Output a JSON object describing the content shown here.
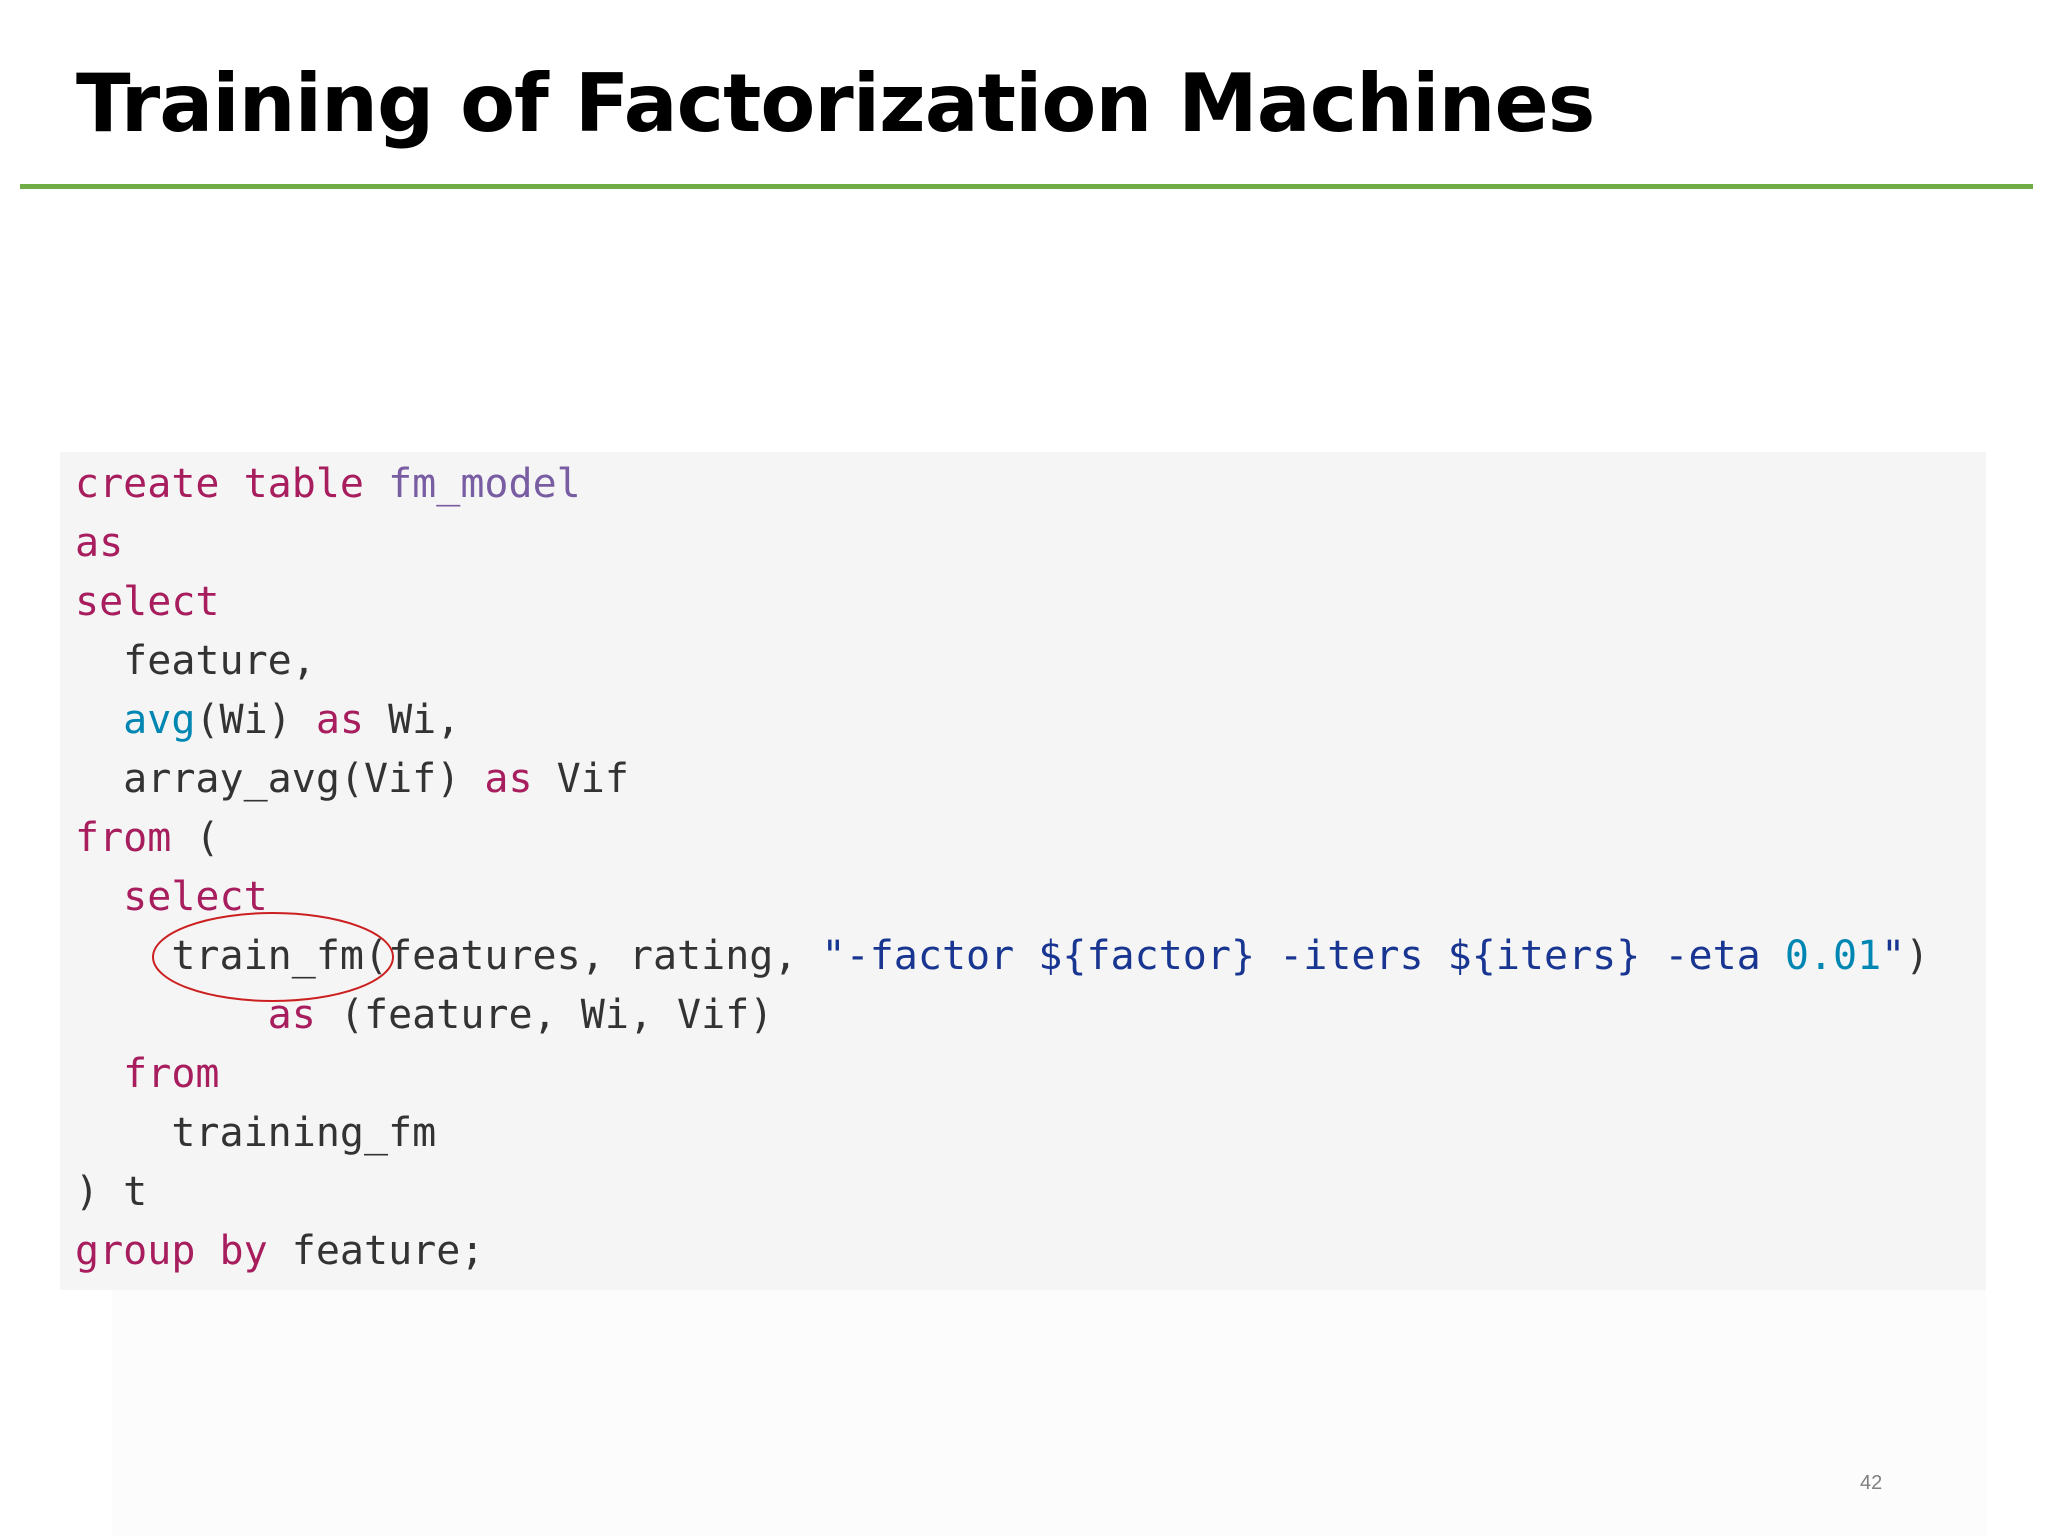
{
  "slide": {
    "title": "Training of Factorization Machines",
    "page_number": "42",
    "accent_color": "#70ad47"
  },
  "code": {
    "language": "sql",
    "lines": [
      [
        {
          "t": "create table",
          "c": "kw"
        },
        {
          "t": " ",
          "c": "plain"
        },
        {
          "t": "fm_model",
          "c": "def"
        }
      ],
      [
        {
          "t": "as",
          "c": "kw"
        }
      ],
      [
        {
          "t": "select",
          "c": "kw"
        }
      ],
      [
        {
          "t": "  feature,",
          "c": "plain"
        }
      ],
      [
        {
          "t": "  ",
          "c": "plain"
        },
        {
          "t": "avg",
          "c": "fn"
        },
        {
          "t": "(Wi) ",
          "c": "plain"
        },
        {
          "t": "as",
          "c": "kw"
        },
        {
          "t": " Wi,",
          "c": "plain"
        }
      ],
      [
        {
          "t": "  array_avg(Vif) ",
          "c": "plain"
        },
        {
          "t": "as",
          "c": "kw"
        },
        {
          "t": " Vif",
          "c": "plain"
        }
      ],
      [
        {
          "t": "from",
          "c": "kw"
        },
        {
          "t": " (",
          "c": "plain"
        }
      ],
      [
        {
          "t": "  ",
          "c": "plain"
        },
        {
          "t": "select",
          "c": "kw"
        }
      ],
      [
        {
          "t": "    train_fm(features, rating, ",
          "c": "plain"
        },
        {
          "t": "\"-factor ${factor} -iters ${iters} -eta ",
          "c": "str"
        },
        {
          "t": "0.01",
          "c": "num"
        },
        {
          "t": "\"",
          "c": "str"
        },
        {
          "t": ")",
          "c": "plain"
        }
      ],
      [
        {
          "t": "        ",
          "c": "plain"
        },
        {
          "t": "as",
          "c": "kw"
        },
        {
          "t": " (feature, Wi, Vif)",
          "c": "plain"
        }
      ],
      [
        {
          "t": "  ",
          "c": "plain"
        },
        {
          "t": "from",
          "c": "kw"
        }
      ],
      [
        {
          "t": "    training_fm",
          "c": "plain"
        }
      ],
      [
        {
          "t": ") t",
          "c": "plain"
        }
      ],
      [
        {
          "t": "group by",
          "c": "kw"
        },
        {
          "t": " feature;",
          "c": "plain"
        }
      ]
    ]
  },
  "highlight": {
    "target": "train_fm",
    "color": "#cc1f1f"
  }
}
